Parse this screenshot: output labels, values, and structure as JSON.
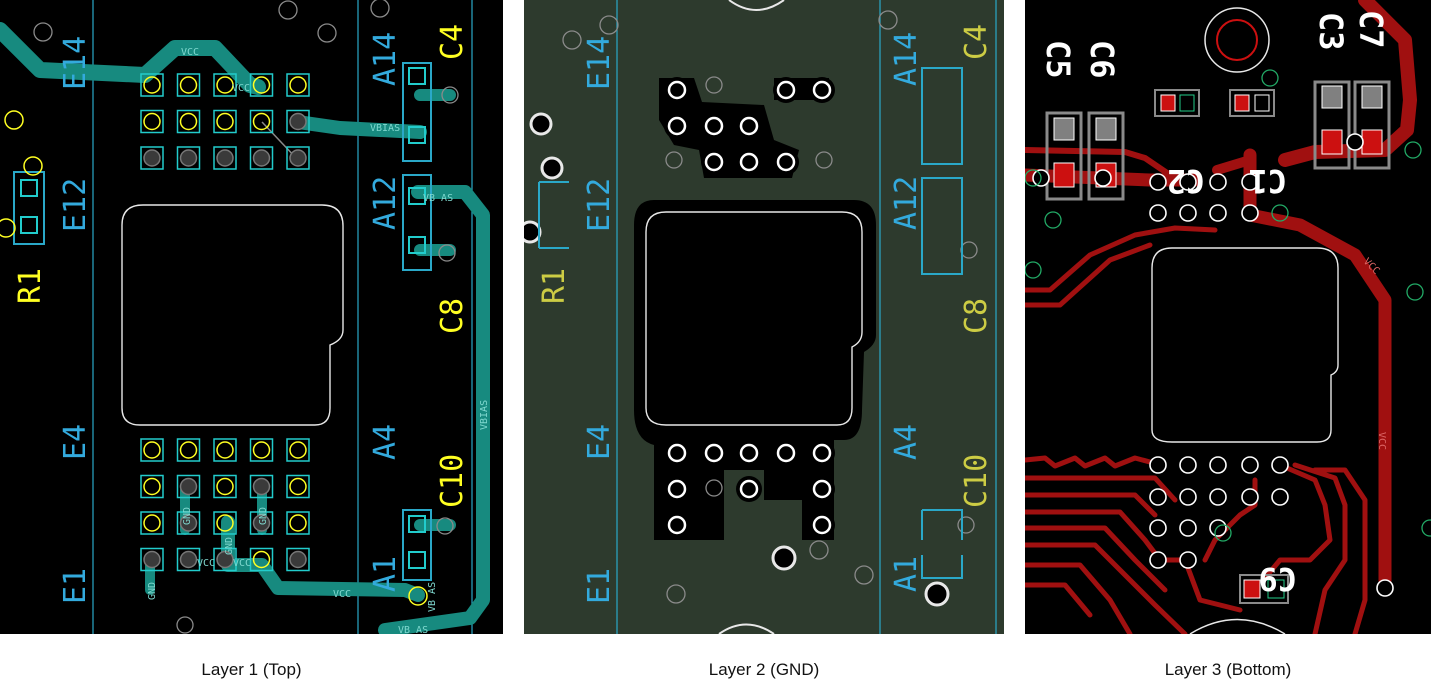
{
  "panels": [
    {
      "caption": "Layer 1 (Top)",
      "labels": {
        "e14": "E14",
        "e12": "E12",
        "e4": "E4",
        "e1": "E1",
        "a14": "A14",
        "a12": "A12",
        "a4": "A4",
        "a1": "A1",
        "c4": "C4",
        "c8": "C8",
        "c10": "C10",
        "r1": "R1"
      },
      "net_labels": [
        "VCC",
        "VCC",
        "VBIAS",
        "VB AS",
        "VBIAS",
        "VB AS",
        "GND",
        "GND",
        "GND",
        "VCC",
        "VCC",
        "VCC",
        "GND",
        "VB AS"
      ]
    },
    {
      "caption": "Layer 2 (GND)",
      "labels": {
        "e14": "E14",
        "e12": "E12",
        "e4": "E4",
        "e1": "E1",
        "a14": "A14",
        "a12": "A12",
        "a4": "A4",
        "a1": "A1",
        "c4": "C4",
        "c8": "C8",
        "c10": "C10",
        "r1": "R1"
      }
    },
    {
      "caption": "Layer 3 (Bottom)",
      "labels": {
        "c3": "C3",
        "c7": "C7",
        "c5": "C5",
        "c6": "C6",
        "c1": "C1",
        "c2": "C2",
        "c9": "C9"
      },
      "net_labels": [
        "VCC",
        "VCC"
      ]
    }
  ],
  "colors": {
    "background_top": "#000000",
    "background_gnd": "#2d3a2d",
    "trace_top": "#1a8a80",
    "trace_bottom": "#a01010",
    "label_cyan": "#33aadd",
    "label_yellow": "#ffff22",
    "outline": "#e8e8e8",
    "pad_cyan": "#22cccc",
    "guide_line": "#2aa8c8"
  }
}
